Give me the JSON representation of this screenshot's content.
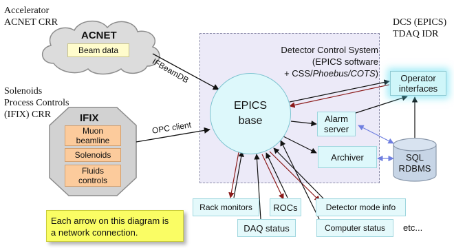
{
  "labels": {
    "accelerator": "Accelerator\nACNET CRR",
    "solenoids": "Solenoids\nProcess Controls\n(IFIX) CRR",
    "dcs_epics": "DCS (EPICS)\nTDAQ IDR",
    "etc": "etc..."
  },
  "dcs_zone": {
    "title_line1": "Detector Control System",
    "title_line2": "(EPICS software",
    "title_line3_prefix": "+ CSS/",
    "title_line3_italic": "Phoebus/COTS",
    "title_line3_suffix": ")"
  },
  "acnet": {
    "title": "ACNET",
    "beam_data": "Beam data"
  },
  "ifix": {
    "title": "IFIX",
    "muon": "Muon\nbeamline",
    "solenoids": "Solenoids",
    "fluids": "Fluids\ncontrols"
  },
  "epics": {
    "line1": "EPICS",
    "line2": "base"
  },
  "connections": {
    "ifbeamdb": "IFBeamDB",
    "opc_client": "OPC client"
  },
  "services": {
    "alarm_server": "Alarm\nserver",
    "archiver": "Archiver",
    "sql": "SQL\nRDBMS",
    "operator_interfaces": "Operator\ninterfaces"
  },
  "sources": {
    "rack_monitors": "Rack monitors",
    "daq_status": "DAQ status",
    "rocs": "ROCs",
    "detector_mode_info": "Detector mode info",
    "computer_status": "Computer status"
  },
  "note": "Each arrow on this diagram is\na network connection.",
  "colors": {
    "arrow": "#111111",
    "return_arrow": "#8b1a1a",
    "db_link": "#6f7fe0",
    "cloud": "#dcdcdc",
    "ifix_box": "#fccb9c",
    "note": "#fafd64"
  }
}
